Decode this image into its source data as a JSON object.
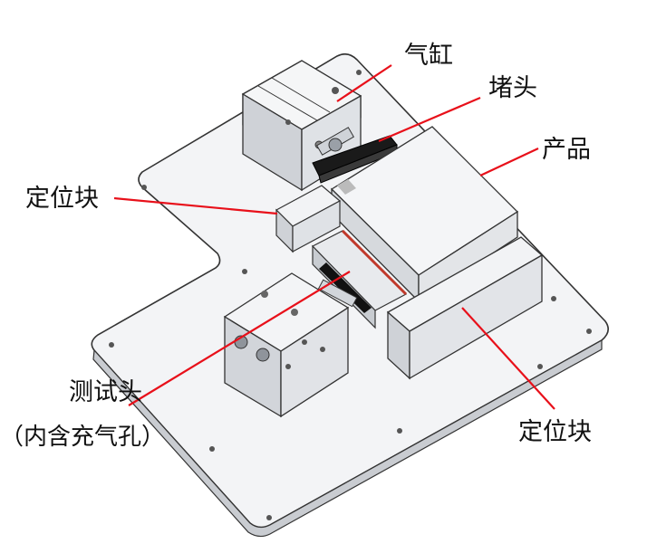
{
  "labels": {
    "cylinder": "气缸",
    "plug_head": "堵头",
    "product": "产品",
    "locator_left": "定位块",
    "locator_right": "定位块",
    "test_head_line1": "测试头",
    "test_head_line2": "（内含充气孔）"
  },
  "colors": {
    "leader_line": "#e8101a",
    "plate": "#f2f3f5",
    "edge": "#3a3a3a",
    "block_light": "#eceef1",
    "block_mid": "#d3d6db",
    "block_dark": "#a9adb3",
    "seal": "#c0392b",
    "gasket": "#111111"
  }
}
